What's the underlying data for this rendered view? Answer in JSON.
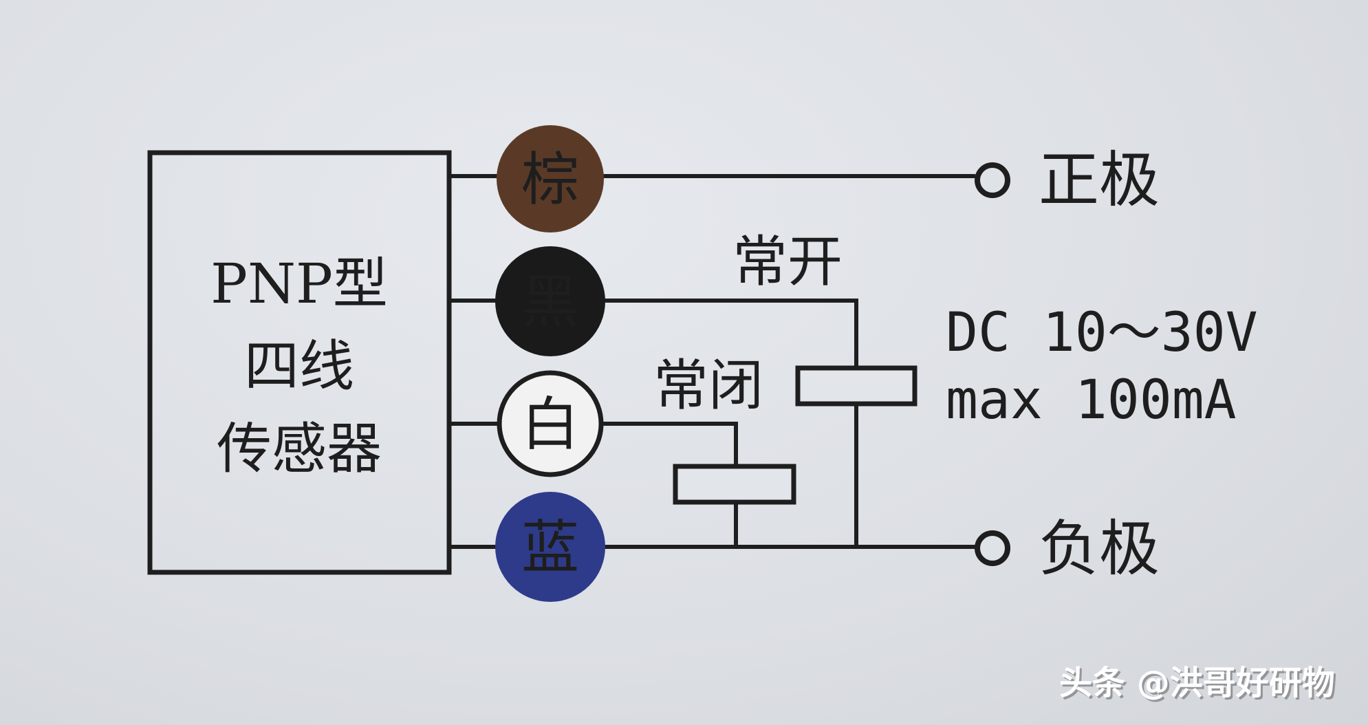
{
  "sensor": {
    "line1": "PNP型",
    "line2": "四线",
    "line3": "传感器"
  },
  "wires": [
    {
      "label": "棕",
      "color": "#5a3a26",
      "text_color": "#e8d8b8"
    },
    {
      "label": "黑",
      "color": "#1a1a1a",
      "text_color": "#d8d0b0"
    },
    {
      "label": "白",
      "color": "#f2f2f2",
      "text_color": "#1e1e1e"
    },
    {
      "label": "蓝",
      "color": "#2e3b8a",
      "text_color": "#e0e0f0"
    }
  ],
  "terminals": {
    "positive": "正极",
    "negative": "负极"
  },
  "loads": {
    "normally_open": "常开",
    "normally_closed": "常闭"
  },
  "supply": {
    "voltage": "DC 10～30V",
    "current": "max 100mA"
  },
  "watermark": "头条 @洪哥好研物",
  "colors": {
    "line": "#1e1e1e",
    "background": "#dde1e6"
  }
}
